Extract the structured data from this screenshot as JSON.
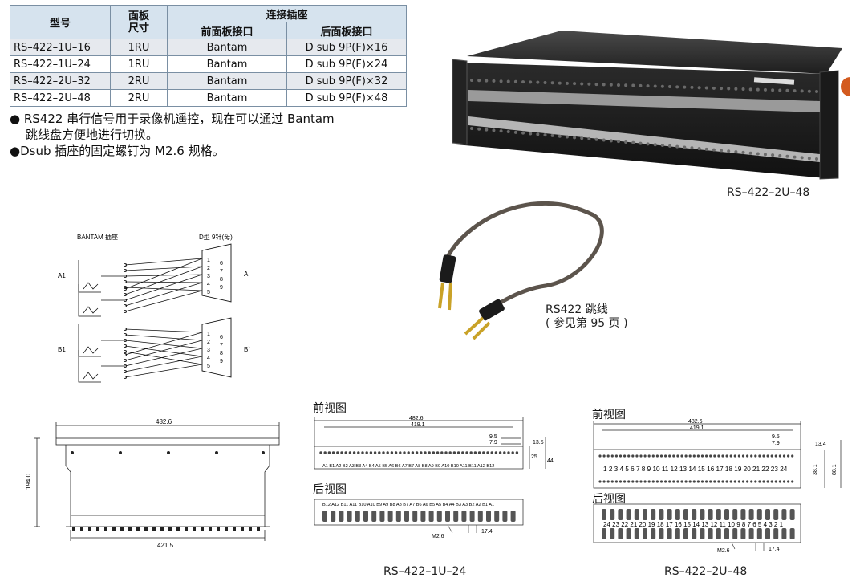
{
  "table": {
    "headers": {
      "model": "型号",
      "panel_size": "面板\n尺寸",
      "connectors": "连接插座",
      "front": "前面板接口",
      "rear": "后面板接口"
    },
    "rows": [
      {
        "model": "RS–422–1U–16",
        "size": "1RU",
        "front": "Bantam",
        "rear": "D sub 9P(F)×16"
      },
      {
        "model": "RS–422–1U–24",
        "size": "1RU",
        "front": "Bantam",
        "rear": "D sub 9P(F)×24"
      },
      {
        "model": "RS–422–2U–32",
        "size": "2RU",
        "front": "Bantam",
        "rear": "D sub 9P(F)×32"
      },
      {
        "model": "RS–422–2U–48",
        "size": "2RU",
        "front": "Bantam",
        "rear": "D sub 9P(F)×48"
      }
    ]
  },
  "notes": [
    {
      "bullet": "●",
      "line1": " RS422 串行信号用于录像机遥控，现在可以通过 Bantam",
      "line2": "跳线盘方便地进行切换。"
    },
    {
      "bullet": "●",
      "line1": "Dsub 插座的固定螺钉为 M2.6 规格。",
      "line2": ""
    }
  ],
  "photo_caption": "RS–422–2U–48",
  "cable_caption": {
    "line1": "RS422 跳线",
    "line2": "( 参见第 95 页 )"
  },
  "wiring": {
    "bantam_label": "BANTAM 插座",
    "dsub_label": "D型 9针(母)",
    "a1": "A1",
    "b1": "B1",
    "a": "A",
    "b": "B`",
    "pins_left": [
      "1",
      "2",
      "3",
      "4",
      "5"
    ],
    "pins_right": [
      "6",
      "7",
      "8",
      "9"
    ]
  },
  "side_dims": {
    "width_top": "482.6",
    "height": "194.0",
    "width_bottom": "421.5"
  },
  "drawing_1u": {
    "front_title": "前视图",
    "rear_title": "后视图",
    "dim_482": "482.6",
    "dim_419": "419.1",
    "dim_95": "9.5",
    "dim_79": "7.9",
    "dim_135": "13.5",
    "dim_25": "25",
    "dim_44": "44",
    "front_labels": "A1 B1  A2 B2  A3 B3  A4 B4  A5 B5  A6 B6  A7 B7  A8 B8  A9 B9 A10 B10 A11 B11 A12 B12",
    "rear_labels": "B12 A12 B11 A11 B10 A10 B9 A9 B8 A8 B7 A7 B6 A6 B5 A5 B4 A4 B3 A3 B2 A2 B1 A1",
    "m26": "M2.6",
    "dim_174": "17.4",
    "caption": "RS–422–1U–24"
  },
  "drawing_2u": {
    "front_title": "前视图",
    "rear_title": "后视图",
    "dim_482": "482.6",
    "dim_419": "419.1",
    "dim_95": "9.5",
    "dim_79": "7.9",
    "dim_134": "13.4",
    "dim_381": "38.1",
    "dim_881": "88.1",
    "front_numbers": "1  2  3  4  5  6  7  8  9  10 11 12 13 14 15 16 17 18 19 20 21 22 23 24",
    "rear_numbers": "24 23 22 21 20 19 18 17 16 15 14 13 12 11 10  9  8  7  6  5  4  3  2  1",
    "m26": "M2.6",
    "dim_174": "17.4",
    "caption": "RS–422–2U–48"
  }
}
